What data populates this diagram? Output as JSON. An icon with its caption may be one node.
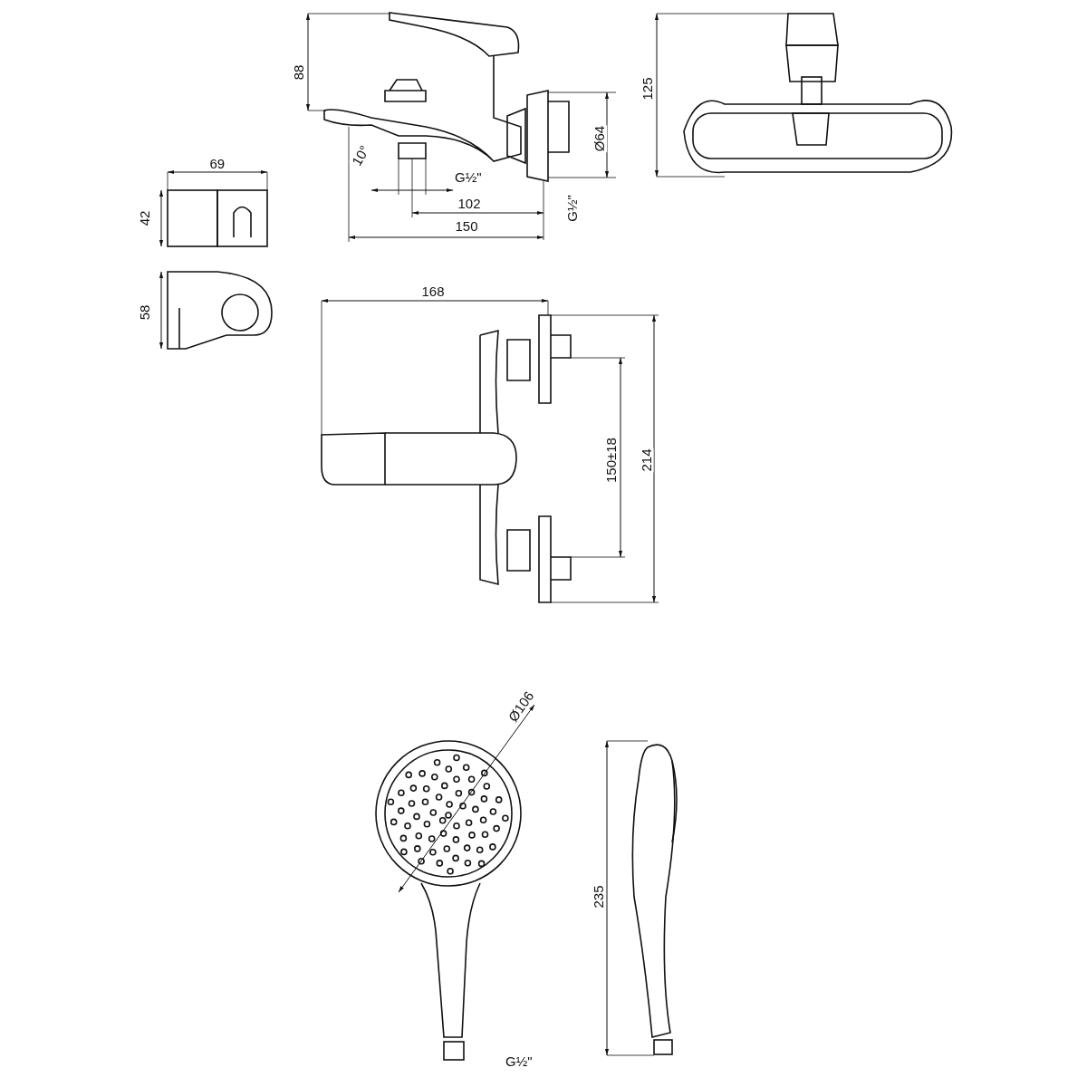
{
  "diagram": {
    "labels": [
      "88",
      "125",
      "69",
      "Ø64",
      "10°",
      "G½\"",
      "42",
      "102",
      "G½\"",
      "150",
      "58",
      "168",
      "214",
      "150±18",
      "Ø106",
      "235",
      "G½\""
    ]
  }
}
